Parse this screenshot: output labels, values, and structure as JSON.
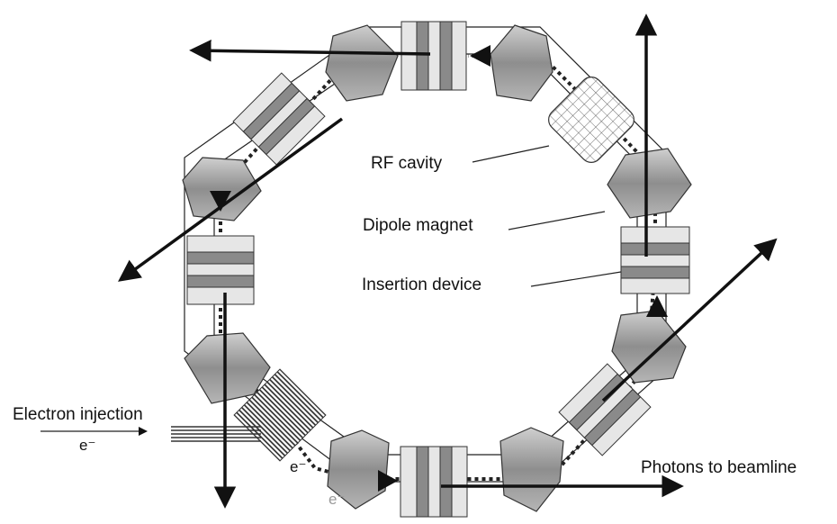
{
  "labels": {
    "rf_cavity": "RF cavity",
    "dipole_magnet": "Dipole magnet",
    "insertion_device": "Insertion device",
    "electron_injection": "Electron injection",
    "electron_symbol": "e⁻",
    "photons_to_beamline": "Photons to beamline"
  },
  "colors": {
    "magnet_fill": "#9a9a9a",
    "device_dark": "#8a8a8a",
    "device_light": "#e6e6e6",
    "line": "#111111"
  }
}
